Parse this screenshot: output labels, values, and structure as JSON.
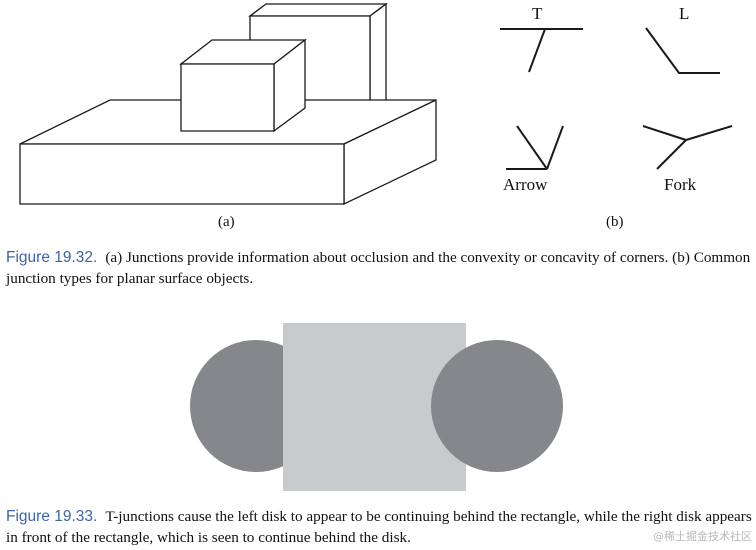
{
  "figure_19_32": {
    "panel_a_label": "(a)",
    "panel_b_label": "(b)",
    "junction_labels": {
      "t": "T",
      "l": "L",
      "arrow": "Arrow",
      "fork": "Fork"
    },
    "caption_number": "Figure 19.32.",
    "caption_text": "(a) Junctions provide information about occlusion and the convexity or concavity of corners. (b) Common junction types for planar surface objects."
  },
  "figure_19_33": {
    "caption_number": "Figure 19.33.",
    "caption_text": "T-junctions cause the left disk to appear to be continuing behind the rectangle, while the right disk appears in front of the rectangle, which is seen to continue behind the disk.",
    "colors": {
      "disk": "#85878a",
      "rectangle": "#c9cacc"
    }
  },
  "watermark": "@稀土掘金技术社区"
}
